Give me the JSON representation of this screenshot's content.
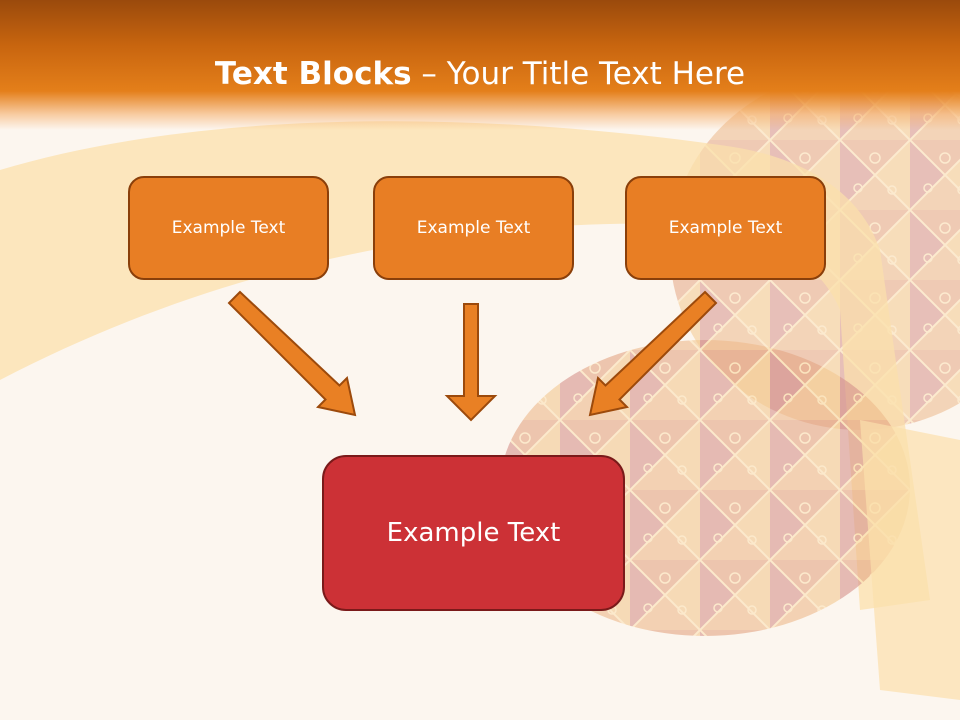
{
  "title": {
    "bold": "Text Blocks",
    "rest": " – Your Title Text Here"
  },
  "boxes": {
    "top_left": "Example Text",
    "top_center": "Example Text",
    "top_right": "Example Text",
    "bottom": "Example Text"
  },
  "colors": {
    "header": "#e47f1a",
    "box_orange": "#e87e24",
    "box_red": "#cc3136",
    "arrow": "#e98024",
    "background": "#fdf6ef"
  }
}
